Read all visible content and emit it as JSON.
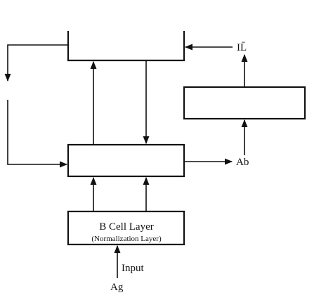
{
  "diagram": {
    "top_box": {
      "label": ""
    },
    "right_box": {
      "label": ""
    },
    "middle_box": {
      "label": ""
    },
    "bottom_box": {
      "title": "B  Cell  Layer",
      "subtitle": "(Normalization Layer)"
    },
    "labels": {
      "il": "IL̄",
      "ab": "Ab",
      "input": "Input",
      "ag": "Ag"
    },
    "colors": {
      "stroke": "#111111",
      "background": "#ffffff"
    }
  }
}
